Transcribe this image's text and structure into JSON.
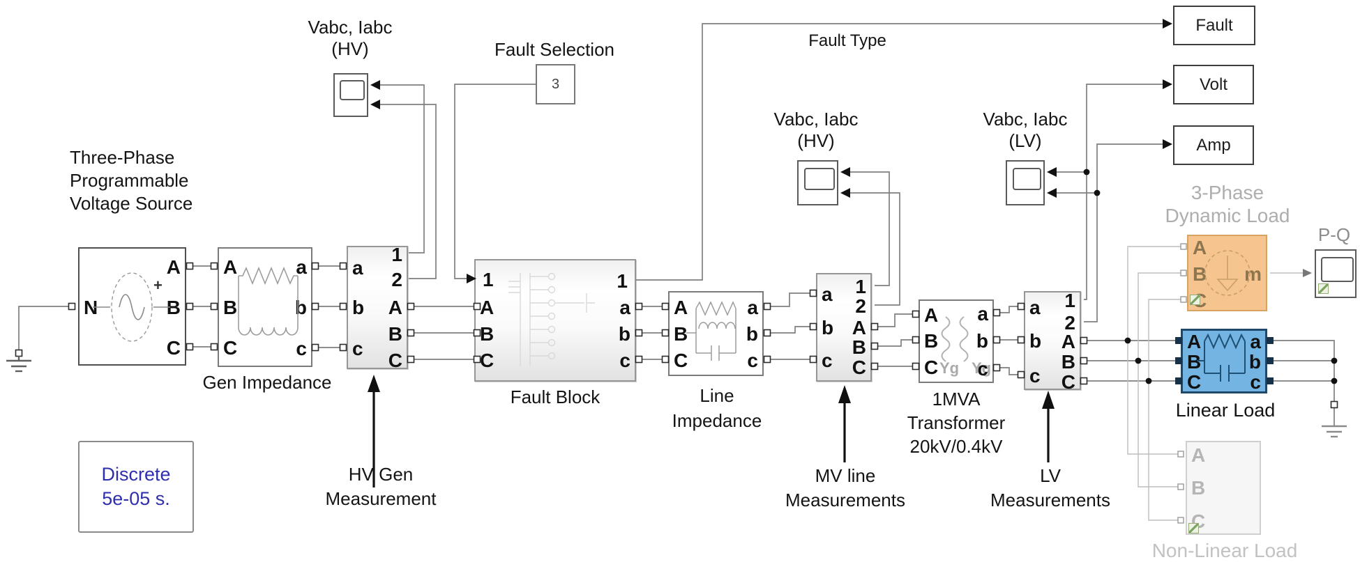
{
  "colors": {
    "wire": "#7f7f7f",
    "wire_light": "#bdbdbd",
    "annotation_arrow": "#111111",
    "linear_load_fill": "#74b4e2",
    "linear_load_border": "#20486b",
    "dynamic_load_fill": "#f6c48e",
    "dynamic_load_border": "#d8a360",
    "discrete_text": "#2f2fae",
    "muted_label": "#aeaeae"
  },
  "annotations": {
    "fault_type": "Fault Type"
  },
  "blocks": {
    "voltage_source": {
      "name_lines": [
        "Three-Phase",
        "Programmable",
        "Voltage Source"
      ],
      "port_n": "N",
      "port_a": "A",
      "port_b": "B",
      "port_c": "C",
      "plus": "+"
    },
    "gen_impedance": {
      "name": "Gen Impedance",
      "left": [
        "A",
        "B",
        "C"
      ],
      "right": [
        "a",
        "b",
        "c"
      ]
    },
    "hv_scope": {
      "line1": "Vabc, Iabc",
      "line2": "(HV)"
    },
    "fault_selection": {
      "name": "Fault Selection",
      "value": "3"
    },
    "hv_measurement": {
      "label_lines": [
        "HV Gen",
        "Measurement"
      ],
      "left": [
        "a",
        "b",
        "c"
      ],
      "right": [
        "1",
        "2",
        "A",
        "B",
        "C"
      ]
    },
    "fault_block": {
      "name": "Fault Block",
      "left": [
        "1",
        "A",
        "B",
        "C"
      ],
      "right": [
        "1",
        "a",
        "b",
        "c"
      ]
    },
    "line_impedance": {
      "name_lines": [
        "Line",
        "Impedance"
      ],
      "left": [
        "A",
        "B",
        "C"
      ],
      "right": [
        "a",
        "b",
        "c"
      ]
    },
    "mv_scope": {
      "line1": "Vabc, Iabc",
      "line2": "(HV)"
    },
    "lv_scope": {
      "line1": "Vabc, Iabc",
      "line2": "(LV)"
    },
    "mv_measurement": {
      "label_lines": [
        "MV line",
        "Measurements"
      ],
      "left": [
        "a",
        "b",
        "c"
      ],
      "right": [
        "1",
        "2",
        "A",
        "B",
        "C"
      ]
    },
    "transformer": {
      "name_lines": [
        "1MVA",
        "Transformer",
        "20kV/0.4kV"
      ],
      "left": [
        "A",
        "B",
        "C"
      ],
      "right": [
        "a",
        "b",
        "c"
      ],
      "winding1": "Yg",
      "winding2": "Yg"
    },
    "lv_measurement": {
      "label_lines": [
        "LV",
        "Measurements"
      ],
      "left": [
        "a",
        "b",
        "c"
      ],
      "right": [
        "1",
        "2",
        "A",
        "B",
        "C"
      ]
    },
    "fault_display": {
      "name": "Fault"
    },
    "volt_display": {
      "name": "Volt"
    },
    "amp_display": {
      "name": "Amp"
    },
    "dynamic_load": {
      "name_lines": [
        "3-Phase",
        "Dynamic Load"
      ],
      "left": [
        "A",
        "B",
        "C"
      ],
      "out": "m"
    },
    "pq_scope": {
      "name": "P-Q"
    },
    "linear_load": {
      "name": "Linear Load",
      "left": [
        "A",
        "B",
        "C"
      ],
      "right": [
        "a",
        "b",
        "c"
      ]
    },
    "non_linear_load": {
      "name": "Non-Linear Load",
      "left": [
        "A",
        "B",
        "C"
      ]
    },
    "discrete": {
      "line1": "Discrete",
      "line2": "5e-05 s."
    }
  }
}
